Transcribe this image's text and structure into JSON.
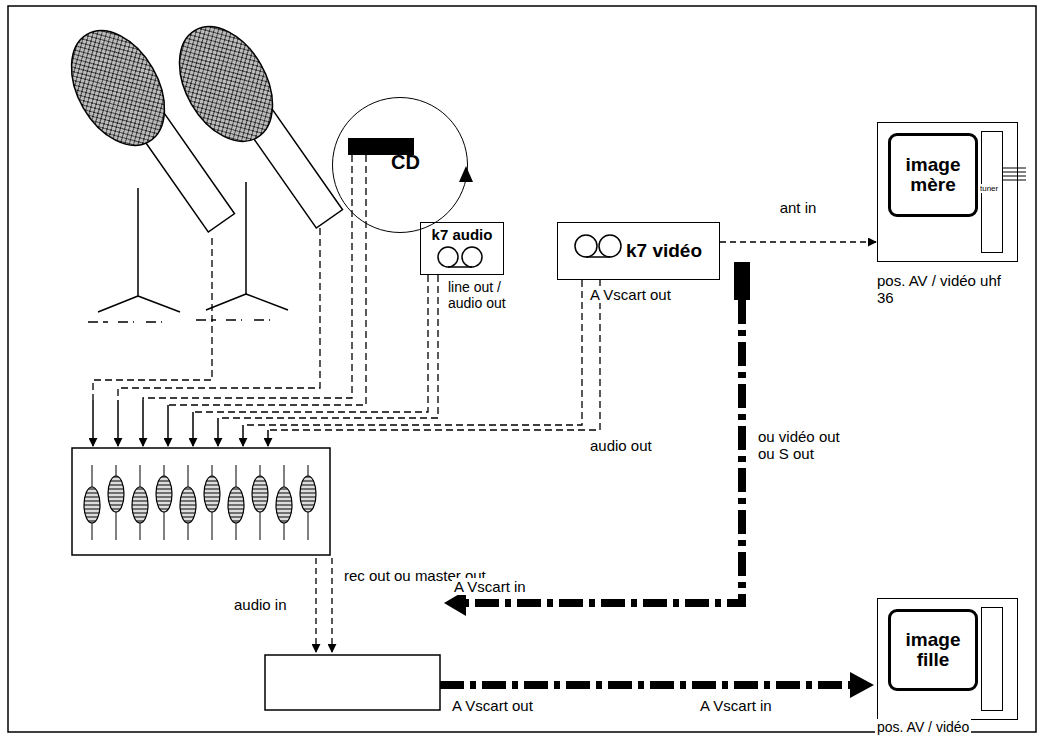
{
  "diagram": {
    "nodes": [
      {
        "text": [
          "CD"
        ]
      },
      {
        "text": [
          "k7 audio"
        ]
      },
      {
        "text": [
          "k7 vidéo"
        ]
      },
      {
        "text": [
          "image mère"
        ]
      },
      {
        "text": [
          "image fille"
        ]
      }
    ],
    "edges": [
      {
        "from": 2,
        "to": 3,
        "arrow": "to",
        "label": "ant in"
      }
    ],
    "labels": [
      "line out / audio out",
      "A Vscart out",
      "tuner",
      "pos. AV / vidéo uhf 36",
      "audio out",
      "ou vidéo out ou S out",
      "rec out ou master out",
      "audio in",
      "A Vscart in",
      "A Vscart out",
      "A Vscart in",
      "pos. AV / vidéo"
    ]
  }
}
